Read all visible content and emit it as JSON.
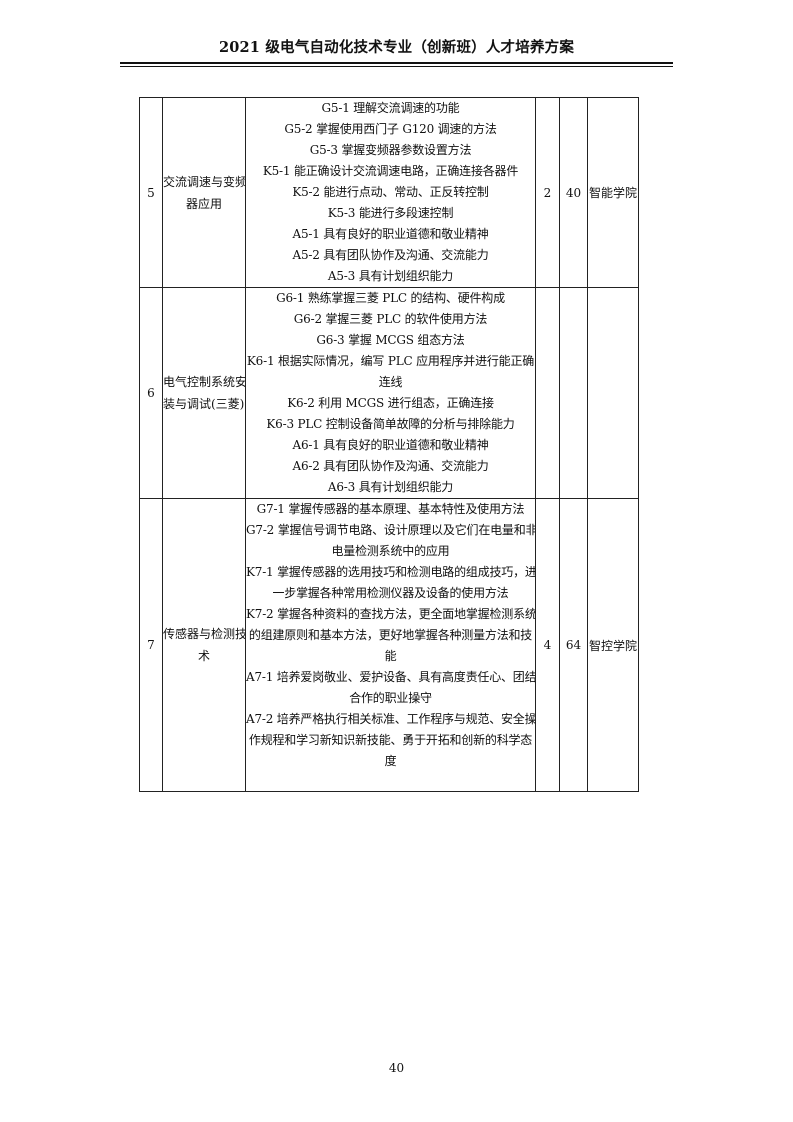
{
  "header": {
    "title": "2021 级电气自动化技术专业（创新班）人才培养方案"
  },
  "rows": [
    {
      "no": "5",
      "name_lines": [
        "交流调速与变频",
        "器应用"
      ],
      "lines": [
        "G5-1 理解交流调速的功能",
        "G5-2 掌握使用西门子 G120 调速的方法",
        "G5-3 掌握变频器参数设置方法",
        "K5-1 能正确设计交流调速电路，正确连接各器件",
        "K5-2 能进行点动、常动、正反转控制",
        "K5-3 能进行多段速控制",
        "A5-1 具有良好的职业道德和敬业精神",
        "A5-2 具有团队协作及沟通、交流能力",
        "A5-3 具有计划组织能力"
      ],
      "credit": "2",
      "hours": "40",
      "dept": "智能学院"
    },
    {
      "no": "6",
      "name_lines": [
        "电气控制系统安",
        "装与调试(三菱)"
      ],
      "lines": [
        "G6-1 熟练掌握三菱 PLC 的结构、硬件构成",
        "G6-2 掌握三菱 PLC 的软件使用方法",
        "G6-3 掌握 MCGS 组态方法",
        "K6-1 根据实际情况，编写 PLC 应用程序并进行能正确",
        "连线",
        "K6-2 利用 MCGS 进行组态，正确连接",
        "K6-3 PLC 控制设备简单故障的分析与排除能力",
        "A6-1 具有良好的职业道德和敬业精神",
        "A6-2 具有团队协作及沟通、交流能力",
        "A6-3 具有计划组织能力"
      ],
      "credit": "",
      "hours": "",
      "dept": ""
    },
    {
      "no": "7",
      "name_lines": [
        "传感器与检测技",
        "术"
      ],
      "lines": [
        "G7-1 掌握传感器的基本原理、基本特性及使用方法",
        "G7-2 掌握信号调节电路、设计原理以及它们在电量和非",
        "电量检测系统中的应用",
        "K7-1 掌握传感器的选用技巧和检测电路的组成技巧，进",
        "一步掌握各种常用检测仪器及设备的使用方法",
        "K7-2 掌握各种资料的查找方法，更全面地掌握检测系统",
        "的组建原则和基本方法，更好地掌握各种测量方法和技",
        "能",
        "A7-1 培养爱岗敬业、爱护设备、具有高度责任心、团结",
        "合作的职业操守",
        "A7-2 培养严格执行相关标准、工作程序与规范、安全操",
        "作规程和学习新知识新技能、勇于开拓和创新的科学态",
        "度"
      ],
      "credit": "4",
      "hours": "64",
      "dept": "智控学院"
    }
  ],
  "footer": {
    "page_number": "40"
  }
}
